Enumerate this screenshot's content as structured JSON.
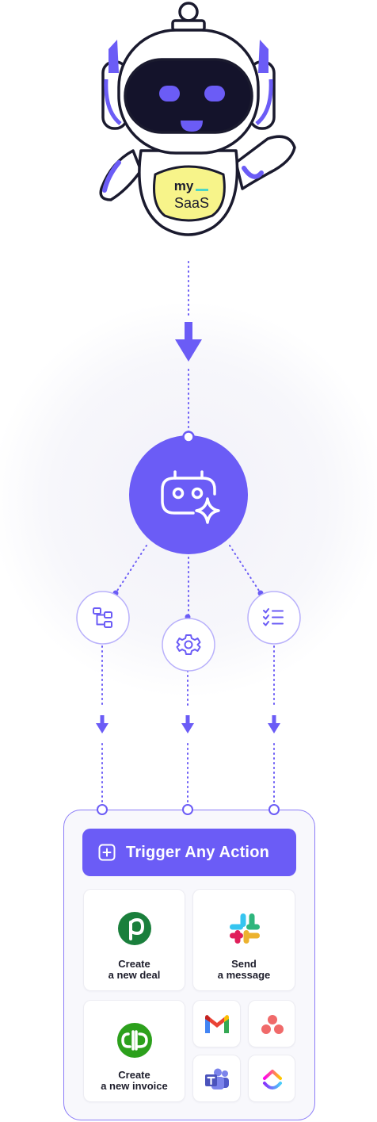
{
  "mascot": {
    "badge_line1": "my",
    "badge_line2": "SaaS"
  },
  "hub": {
    "icon": "robot-sparkle-icon"
  },
  "branches": [
    {
      "icon": "hierarchy-icon"
    },
    {
      "icon": "gear-icon"
    },
    {
      "icon": "checklist-icon"
    }
  ],
  "action_panel": {
    "trigger_label": "Trigger Any Action",
    "trigger_icon": "plus-square-icon",
    "cards": [
      {
        "app": "Pipedrive",
        "icon": "pipedrive-icon",
        "line1": "Create",
        "line2": "a new deal"
      },
      {
        "app": "Slack",
        "icon": "slack-icon",
        "line1": "Send",
        "line2": "a message"
      },
      {
        "app": "QuickBooks",
        "icon": "quickbooks-icon",
        "line1": "Create",
        "line2": "a new invoice"
      }
    ],
    "mini_apps": [
      {
        "app": "Gmail",
        "icon": "gmail-icon"
      },
      {
        "app": "Asana",
        "icon": "asana-icon"
      },
      {
        "app": "Microsoft Teams",
        "icon": "teams-icon"
      },
      {
        "app": "ClickUp",
        "icon": "clickup-icon"
      }
    ]
  },
  "colors": {
    "accent": "#6b5cf6",
    "accent_light": "#b9b1fb",
    "outline": "#1a1a2e",
    "badge_fill": "#f7f48a",
    "pipedrive": "#1a7f3c",
    "quickbooks": "#2ca01c"
  }
}
